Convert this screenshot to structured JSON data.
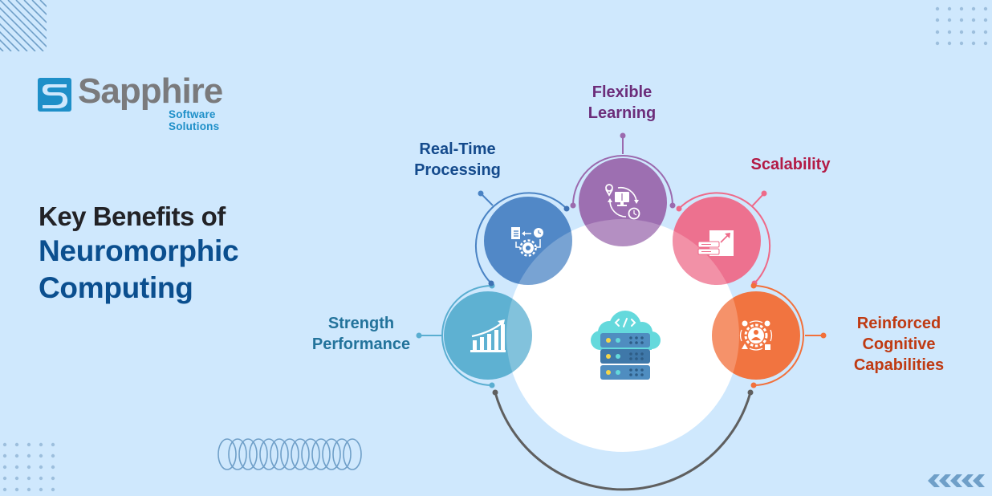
{
  "brand": {
    "name": "Sapphire",
    "tagline": "Software Solutions",
    "logo_color": "#1e8fc8",
    "text_color": "#7a7a7c"
  },
  "heading": {
    "line1": "Key Benefits of",
    "line2": "Neuromorphic",
    "line3": "Computing"
  },
  "center_icon": "cloud-server-code-icon",
  "benefits": [
    {
      "id": "strength",
      "line1": "Strength",
      "line2": "Performance",
      "color": "#5aaed1",
      "label_color": "#23739b",
      "icon": "bar-chart-growth-icon"
    },
    {
      "id": "realtime",
      "line1": "Real-Time",
      "line2": "Processing",
      "color": "#4a83c4",
      "label_color": "#144a8c",
      "icon": "document-gear-clock-icon"
    },
    {
      "id": "flexible",
      "line1": "Flexible",
      "line2": "Learning",
      "color": "#9b6aae",
      "label_color": "#6c2d7a",
      "icon": "elearning-cycle-icon"
    },
    {
      "id": "scalability",
      "line1": "Scalability",
      "color": "#ee6a89",
      "label_color": "#b31a45",
      "icon": "server-scale-icon"
    },
    {
      "id": "reinforced",
      "line1": "Reinforced",
      "line2": "Cognitive",
      "line3": "Capabilities",
      "color": "#f2703a",
      "label_color": "#bf3a12",
      "icon": "cognitive-gear-person-icon"
    }
  ],
  "colors": {
    "background": "#cfe8fd",
    "decor": "#6f9fc8",
    "arc": "#5f5f5f"
  }
}
